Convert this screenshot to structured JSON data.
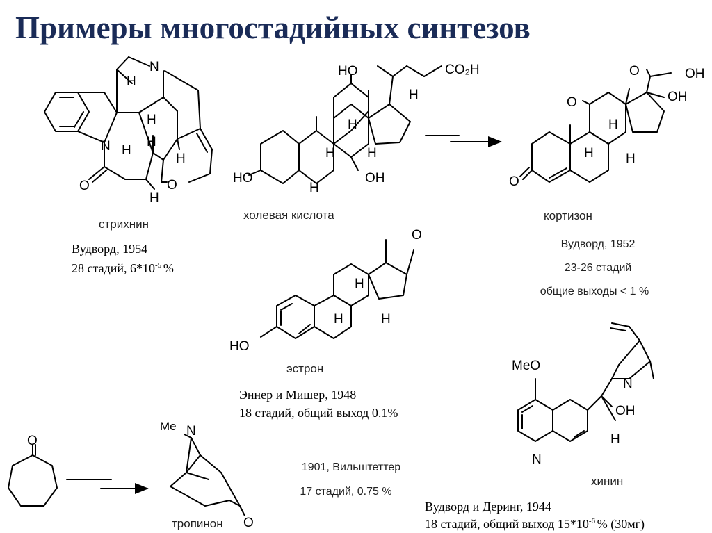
{
  "slide": {
    "title": "Примеры многостадийных синтезов"
  },
  "compounds": {
    "strychnine": {
      "name": "стрихнин",
      "author_year": "Вудворд, 1954",
      "steps_prefix": "28 стадий, 6*10",
      "steps_exp": "-5 ",
      "steps_suffix": "%"
    },
    "cholic_acid": {
      "name": "холевая кислота"
    },
    "cortisone": {
      "name": "кортизон",
      "author_year": "Вудворд, 1952",
      "steps": "23-26 стадий",
      "yield": "общие выходы < 1 %"
    },
    "estrone": {
      "name": "эстрон",
      "author_year": "Эннер и Мишер, 1948",
      "steps": "18 стадий, общий выход 0.1%"
    },
    "tropinone": {
      "name": "тропинон",
      "author_year": "1901, Вильштеттер",
      "steps": "17 стадий, 0.75 %"
    },
    "quinine": {
      "name": "хинин",
      "author_year": "Вудворд и Деринг, 1944",
      "steps_prefix": "18 стадий, общий выход 15*10",
      "steps_exp": "-6 ",
      "steps_suffix": "% (30мг)"
    }
  },
  "atom_labels": {
    "N": "N",
    "H": "H",
    "O": "O",
    "OH": "OH",
    "HO": "HO",
    "CO2H": "CO₂H",
    "MeO": "MeO",
    "Me": "Me"
  }
}
